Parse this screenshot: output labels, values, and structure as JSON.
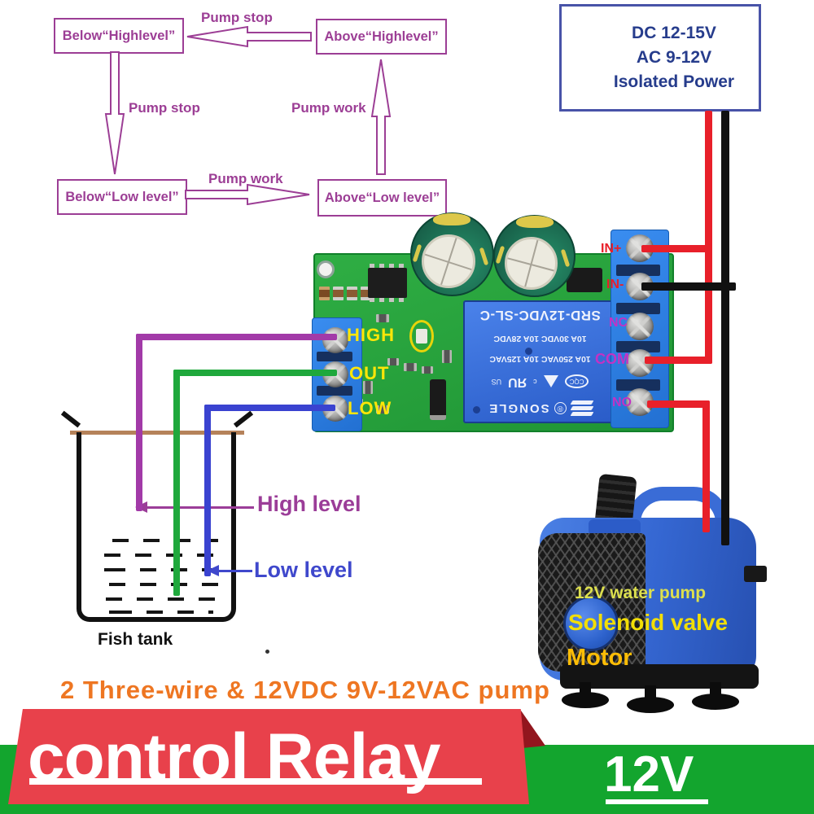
{
  "flowchart": {
    "boxes": [
      "Below“Highlevel”",
      "Above“Highlevel”",
      "Below“Low level”",
      "Above“Low level”"
    ],
    "arrow_labels": {
      "top": "Pump stop",
      "left": "Pump stop",
      "bottom": "Pump work",
      "right": "Pump work"
    },
    "color": "#9c3e95"
  },
  "power_box": {
    "lines": [
      "DC 12-15V",
      "AC 9-12V",
      "Isolated Power"
    ],
    "text_color": "#263c8c",
    "border_color": "#4853a8"
  },
  "module": {
    "left_terminals": [
      "HIGH",
      "OUT",
      "LOW"
    ],
    "right_terminals": [
      "IN+",
      "IN-",
      "NC",
      "COM",
      "NO"
    ],
    "relay": {
      "model": "SRD-12VDC-SL-C",
      "rating_ac": "10A 250VAC  10A 125VAC",
      "rating_dc": "10A 30VDC  10A 28VDC",
      "brand": "SONGLE",
      "reg": "®",
      "ul_c": "c",
      "ul_ru": "ЯU",
      "ul_us": "US",
      "cqc": "CQC"
    },
    "label_color_left": "#ffe608",
    "label_color_in": "#e8202a",
    "label_color_out": "#c332c4"
  },
  "tank": {
    "label": "Fish tank",
    "high_level": "High level",
    "low_level": "Low level",
    "high_color": "#9b3d98",
    "low_color": "#3f48cc",
    "rim_color": "#b5825a"
  },
  "pump": {
    "labels": [
      "12V water pump",
      "Solenoid valve",
      "Motor"
    ],
    "label_colors": [
      "#dde04e",
      "#f2de06",
      "#fdbd06"
    ]
  },
  "caption": {
    "text": "2 Three-wire & 12VDC 9V-12VAC pump",
    "color": "#ee7622"
  },
  "banner": {
    "title": "control Relay",
    "voltage": "12V",
    "red": "#e8414b",
    "red_fold": "#92161e",
    "green": "#13a52e"
  },
  "wires": {
    "power_positive": "#e8202a",
    "power_negative": "#111111",
    "high_sensor": "#a23aa8",
    "out_sensor": "#1fa83c",
    "low_sensor": "#3a43d0"
  }
}
